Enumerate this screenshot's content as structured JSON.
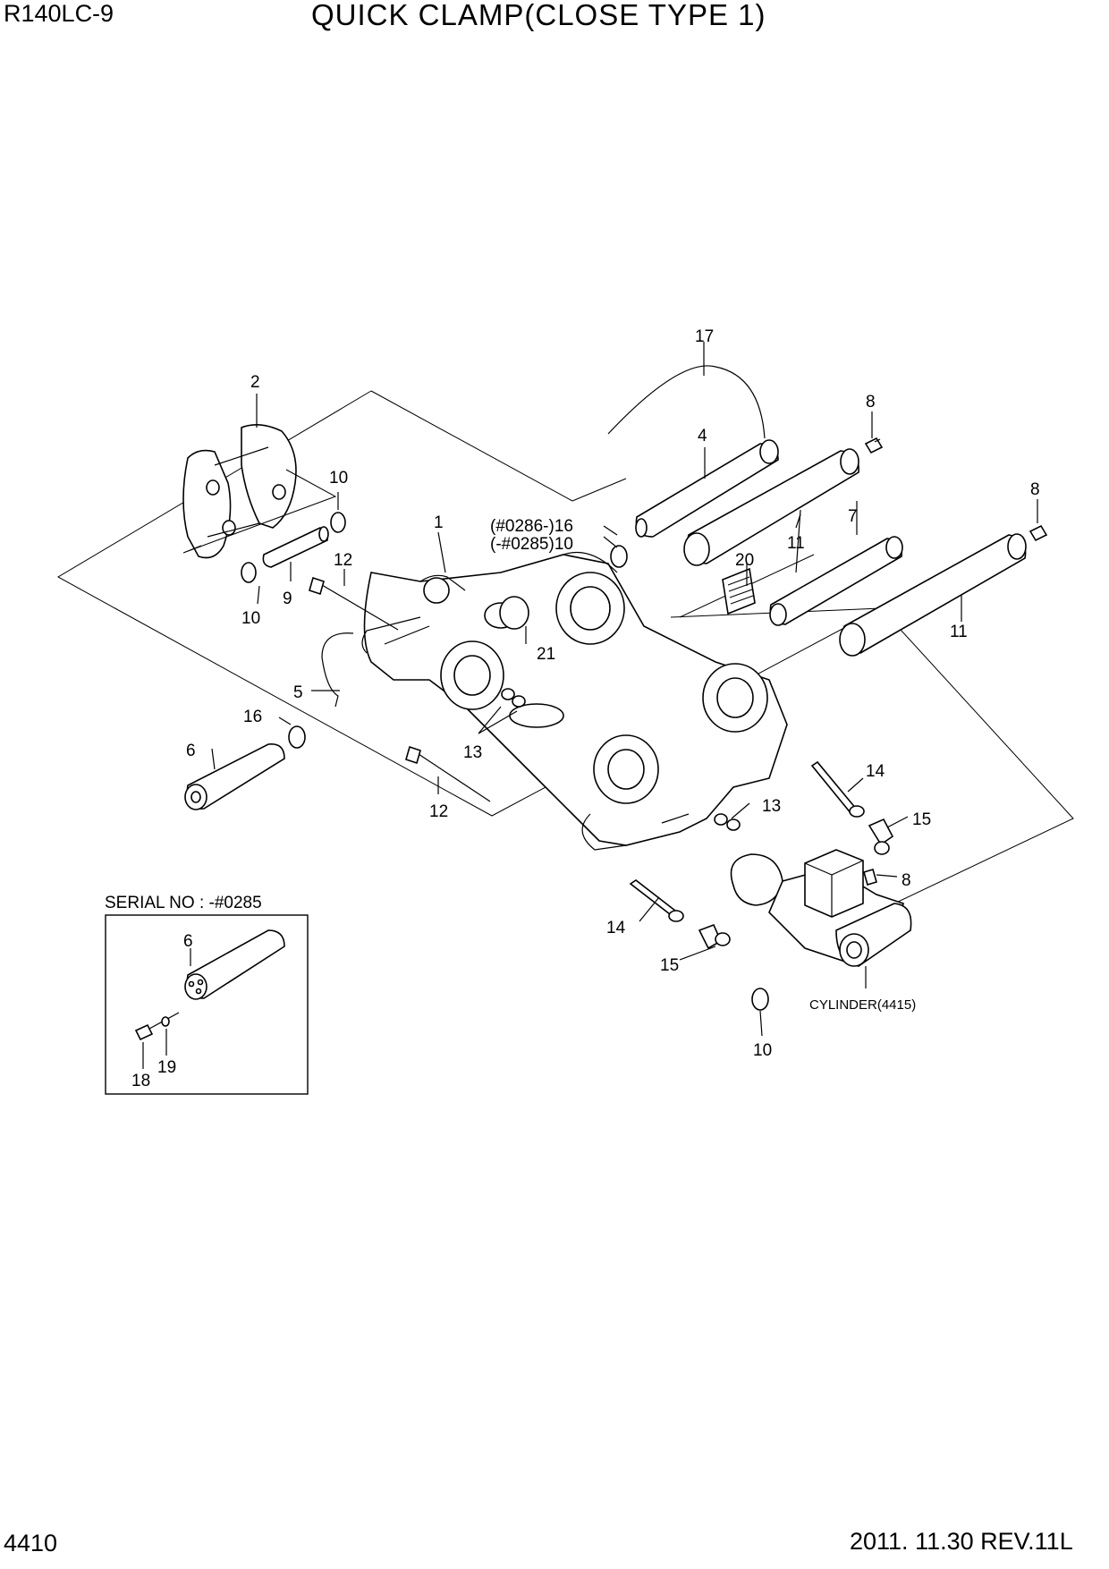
{
  "header": {
    "model": "R140LC-9",
    "title": "QUICK CLAMP(CLOSE TYPE 1)"
  },
  "footer": {
    "page_number": "4410",
    "date_revision": "2011. 11.30  REV.11L"
  },
  "callouts": {
    "c1": "1",
    "c2": "2",
    "c4": "4",
    "c5": "5",
    "c6": "6",
    "c7": "7",
    "c8a": "8",
    "c8b": "8",
    "c8c": "8",
    "c9": "9",
    "c10a": "10",
    "c10b": "10",
    "c10c": "10",
    "c11a": "11",
    "c11b": "11",
    "c12a": "12",
    "c12b": "12",
    "c13a": "13",
    "c13b": "13",
    "c14a": "14",
    "c14b": "14",
    "c15a": "15",
    "c15b": "15",
    "c16": "16",
    "c17": "17",
    "c20": "20",
    "c21": "21",
    "serial_note_a": "(#0286-)16",
    "serial_note_b": "(-#0285)10",
    "cylinder_ref": "CYLINDER(4415)"
  },
  "inset": {
    "label": "SERIAL NO : -#0285",
    "c6": "6",
    "c18": "18",
    "c19": "19"
  }
}
